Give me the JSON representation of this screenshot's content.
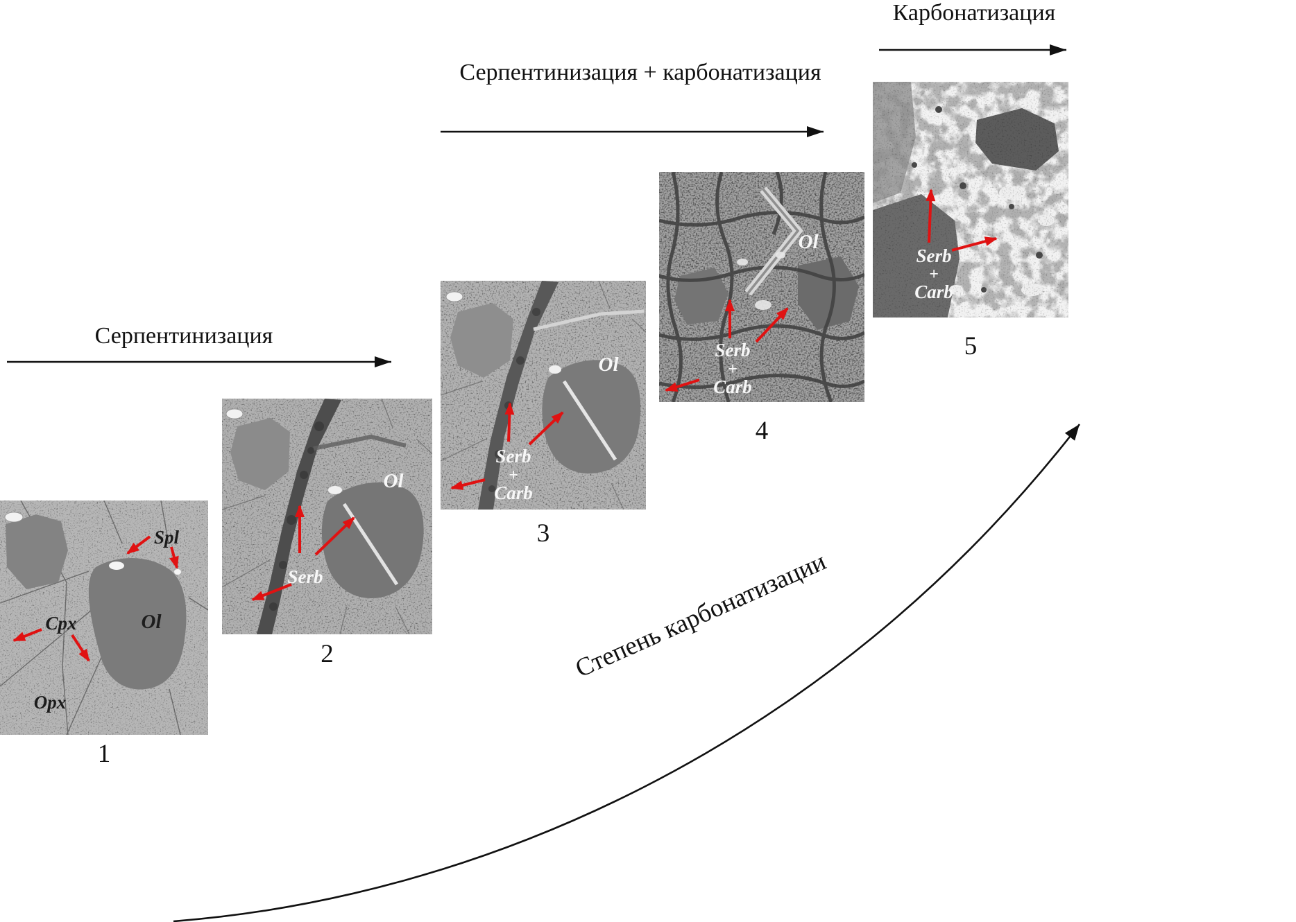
{
  "figure": {
    "process_labels": {
      "serpentinization": "Серпентинизация",
      "serp_carb": "Серпентинизация + карбонатизация",
      "carbonatization": "Карбонатизация"
    },
    "degree_label": "Степень карбонатизации",
    "panels": [
      {
        "number": "1",
        "spl": "Spl",
        "cpx": "Cpx",
        "ol": "Ol",
        "opx": "Opx"
      },
      {
        "number": "2",
        "serb": "Serb",
        "ol": "Ol"
      },
      {
        "number": "3",
        "serb": "Serb",
        "plus": "+",
        "carb": "Carb",
        "ol": "Ol"
      },
      {
        "number": "4",
        "serb": "Serb",
        "plus": "+",
        "carb": "Carb",
        "ol": "Ol"
      },
      {
        "number": "5",
        "serb": "Serb",
        "plus": "+",
        "carb": "Carb"
      }
    ],
    "colors": {
      "annotation_arrow": "#e01212",
      "ink": "#111111"
    }
  }
}
